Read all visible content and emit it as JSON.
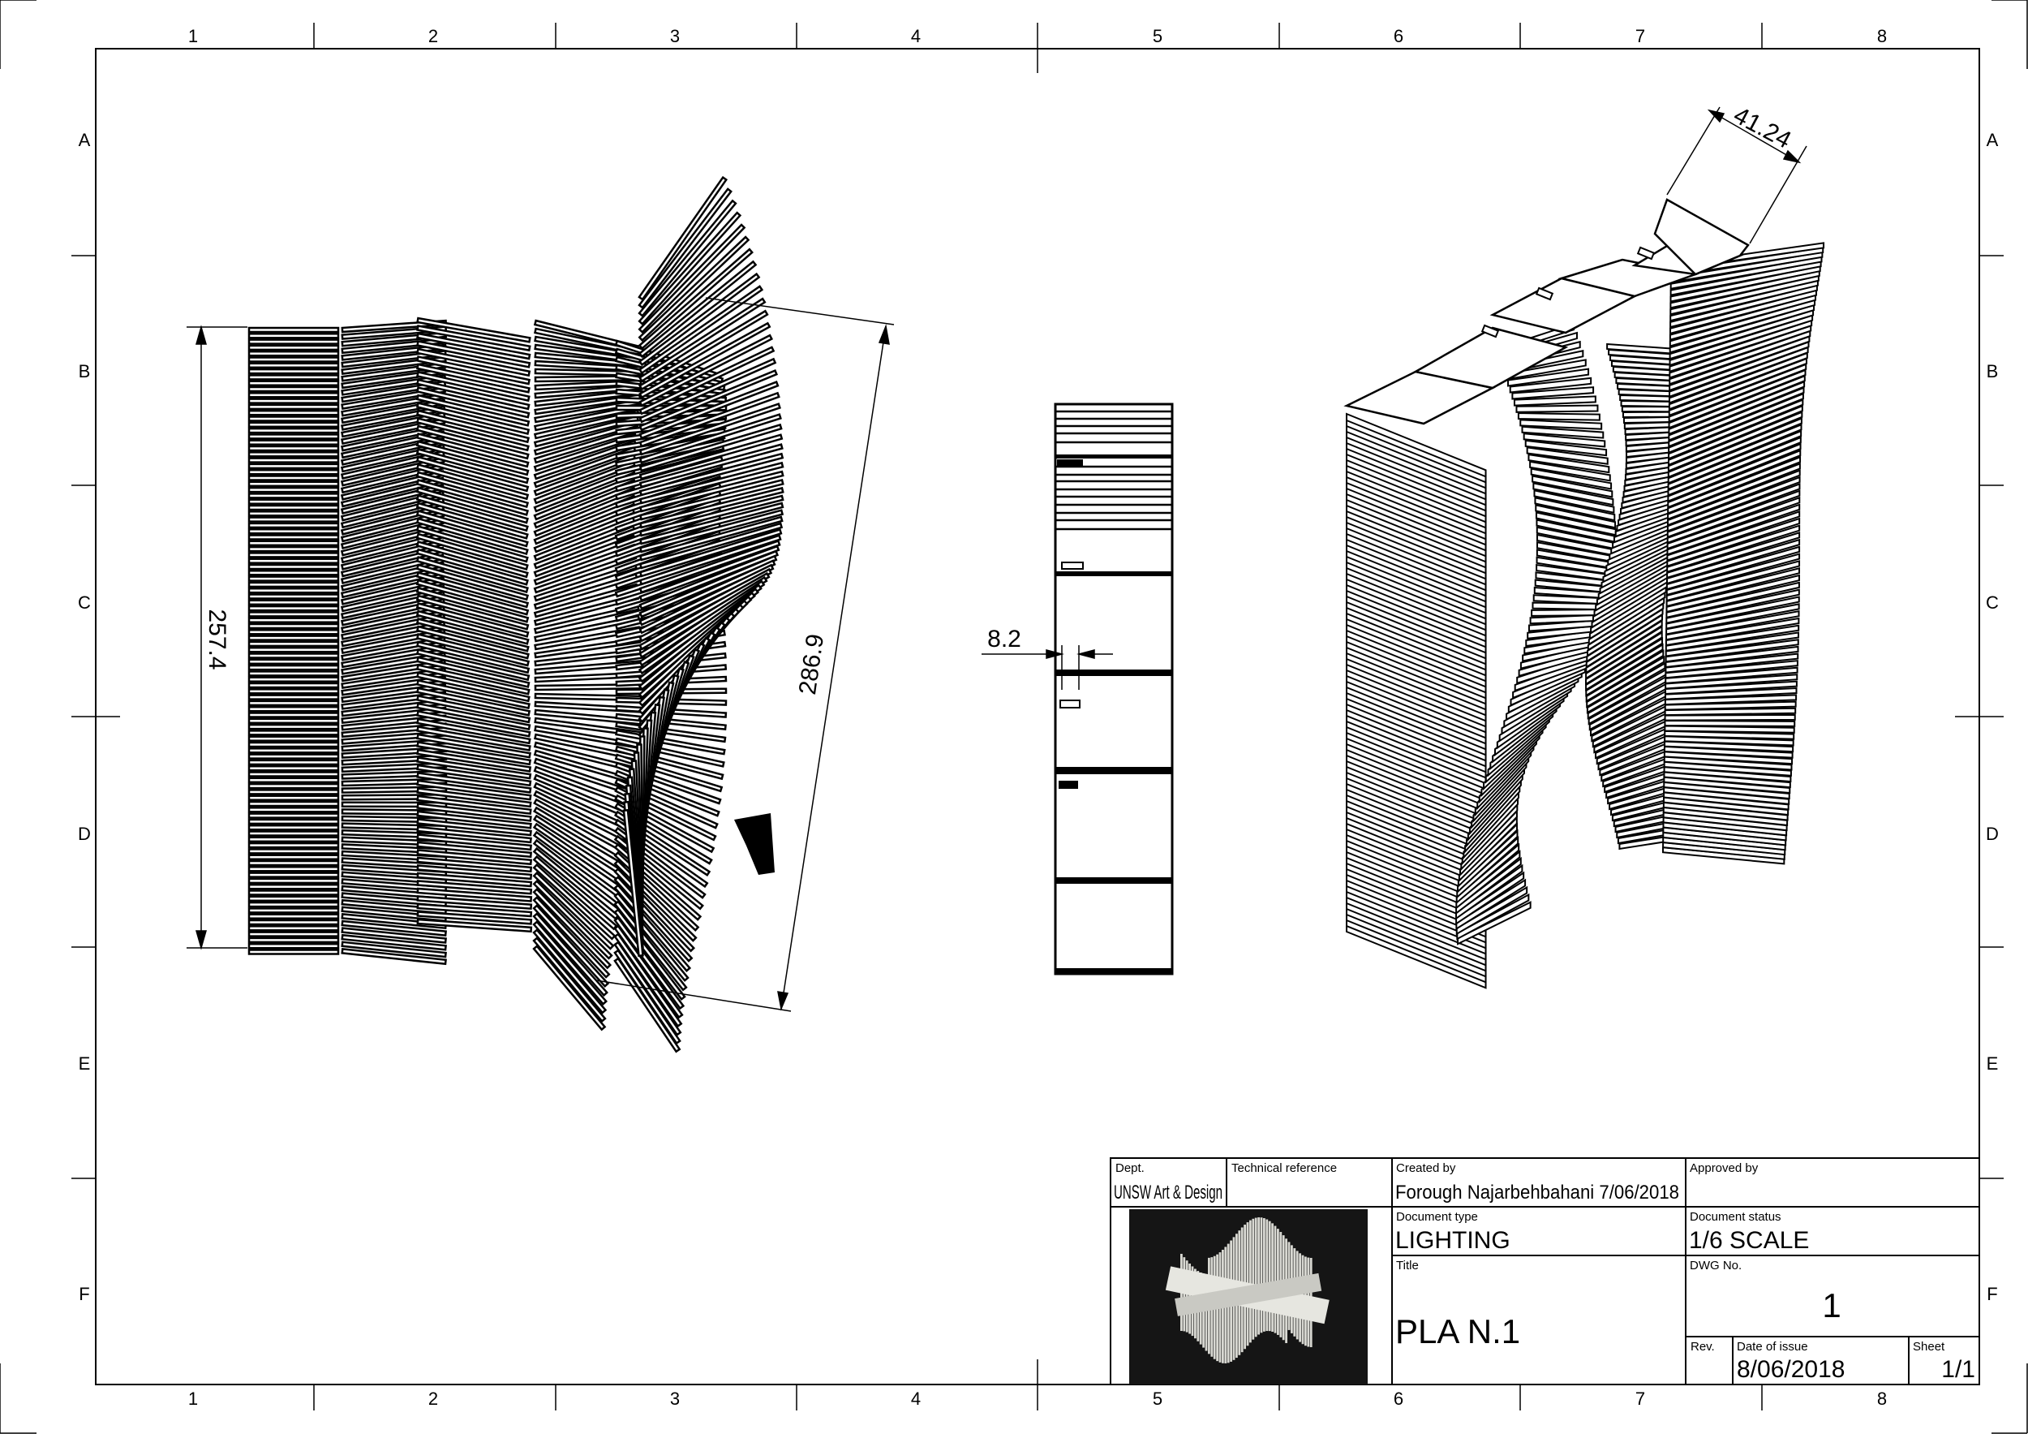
{
  "zones": {
    "columns": [
      "1",
      "2",
      "3",
      "4",
      "5",
      "6",
      "7",
      "8"
    ],
    "rows": [
      "A",
      "B",
      "C",
      "D",
      "E",
      "F"
    ]
  },
  "dimensions": {
    "height_left": "257.4",
    "diagonal_right": "286.9",
    "thickness": "8.2",
    "top_width": "41.24"
  },
  "title_block": {
    "dept_label": "Dept.",
    "dept_value": "UNSW Art & Design",
    "tech_ref_label": "Technical reference",
    "created_by_label": "Created by",
    "created_by_value": "Forough Najarbehbahani  7/06/2018",
    "approved_by_label": "Approved by",
    "doc_type_label": "Document type",
    "doc_type_value": "LIGHTING",
    "doc_status_label": "Document status",
    "doc_status_value": "1/6 SCALE",
    "title_label": "Title",
    "title_value": "PLA N.1",
    "dwg_no_label": "DWG No.",
    "dwg_no_value": "1",
    "rev_label": "Rev.",
    "date_label": "Date of issue",
    "date_value": "8/06/2018",
    "sheet_label": "Sheet",
    "sheet_value": "1/1"
  }
}
